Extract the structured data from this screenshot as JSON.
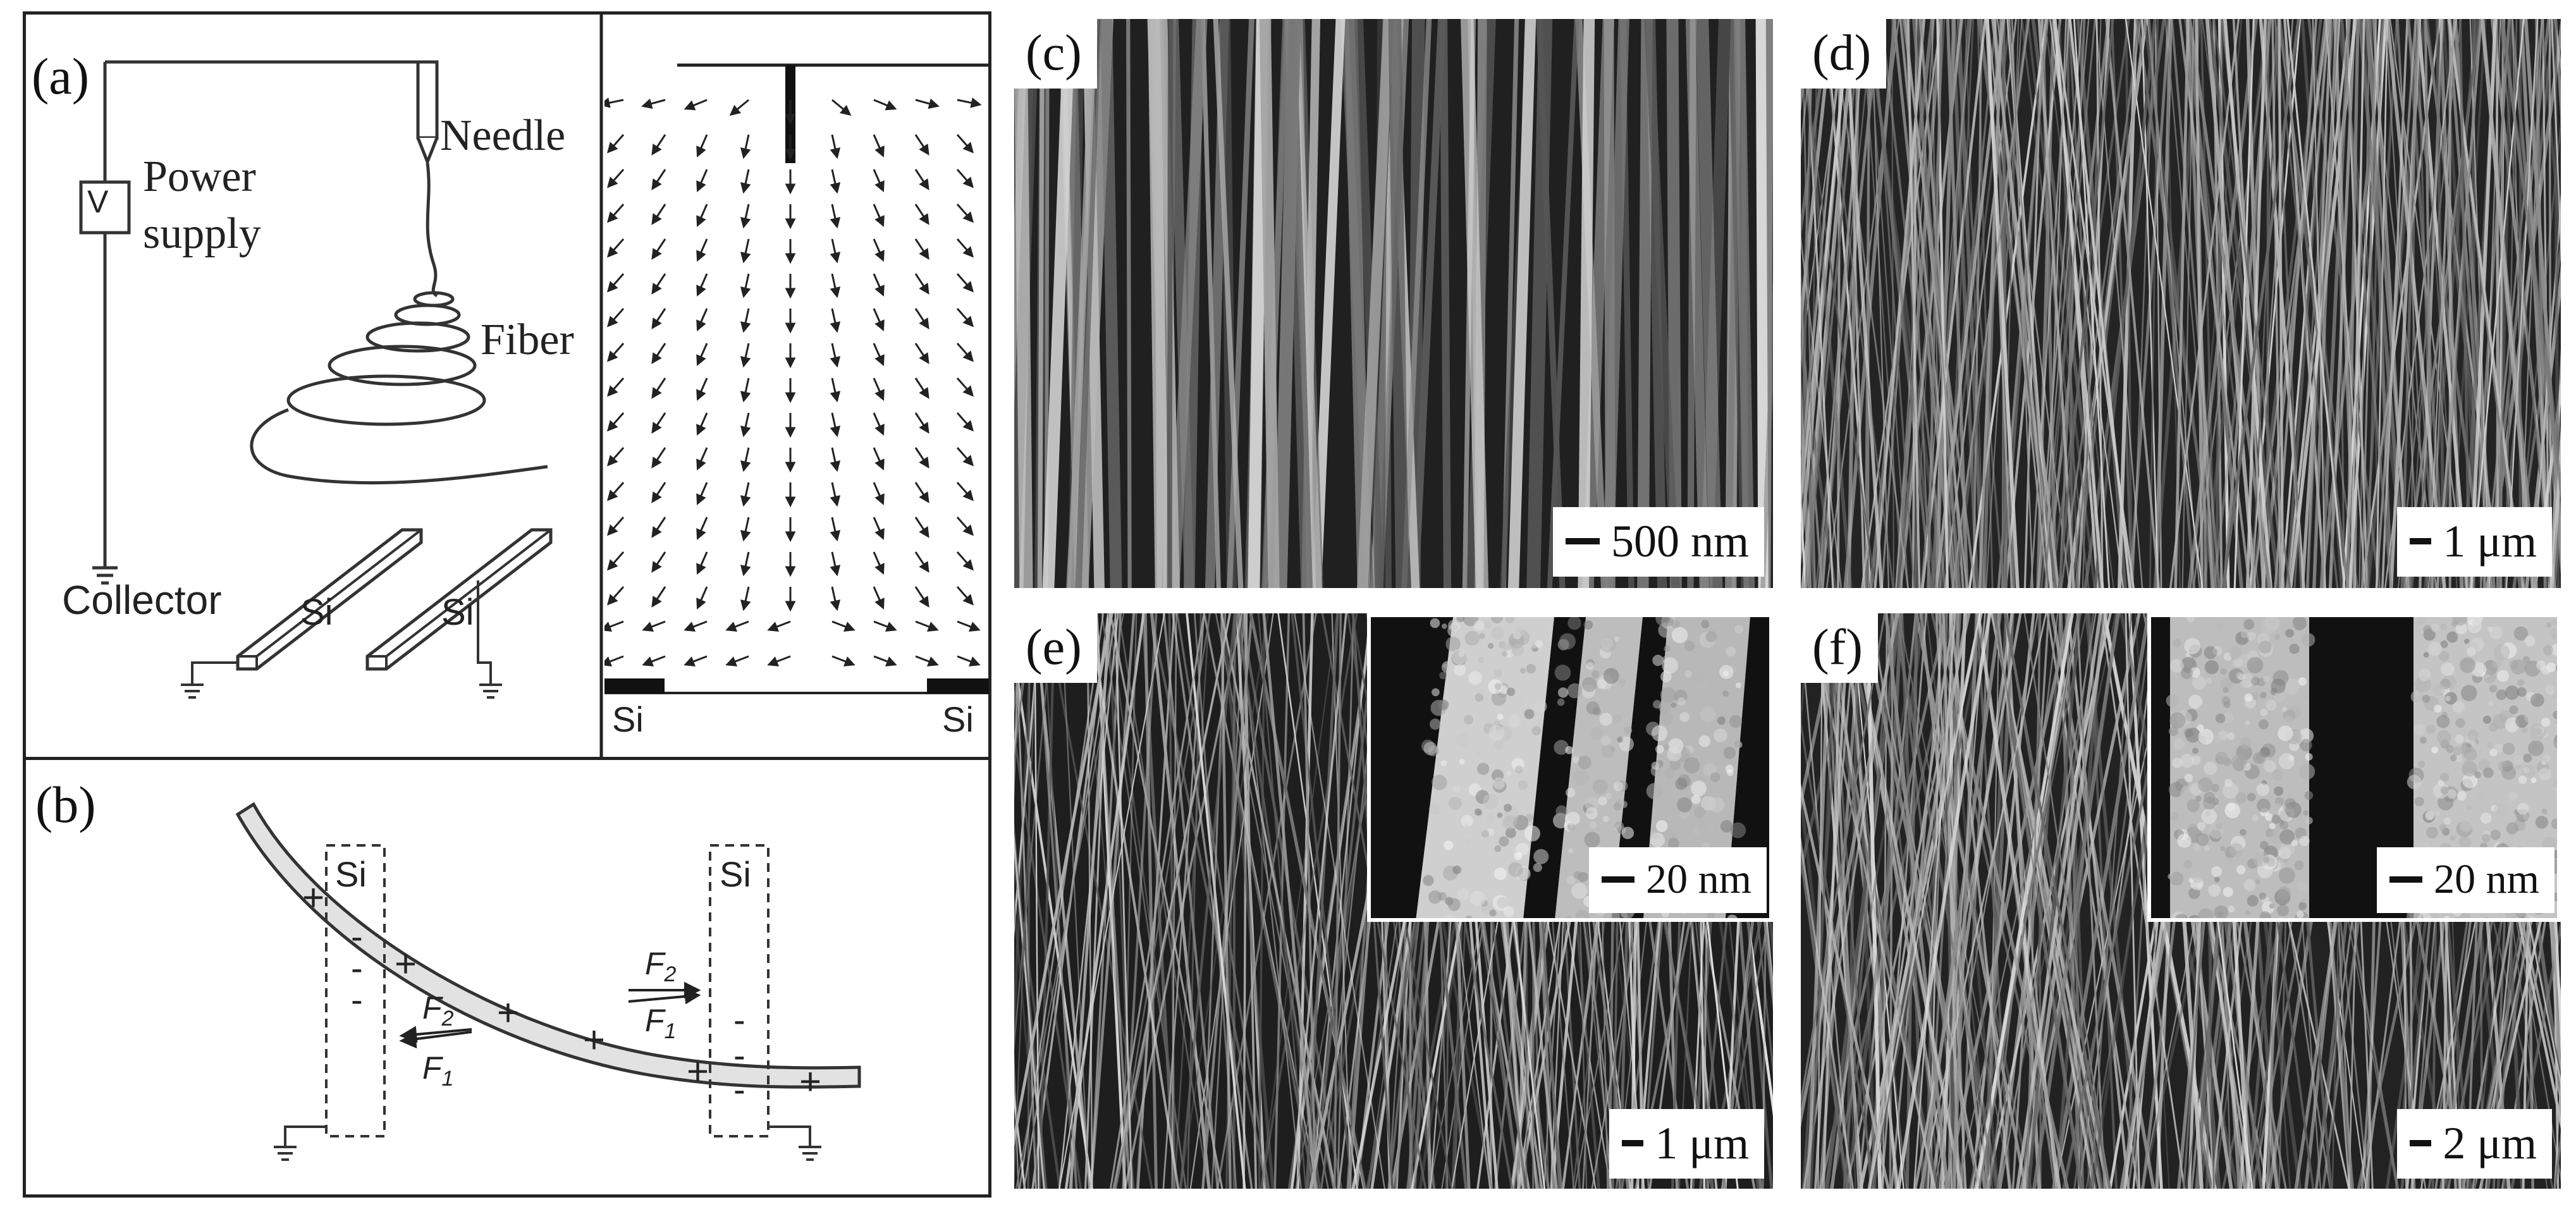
{
  "panels": {
    "a": {
      "label": "(a)",
      "needle_label": "Needle",
      "power_label_line1": "Power",
      "power_label_line2": "supply",
      "voltage_symbol": "V",
      "fiber_label": "Fiber",
      "collector_label": "Collector",
      "electrode_left": "Si",
      "electrode_right": "Si",
      "field_left": "Si",
      "field_right": "Si"
    },
    "b": {
      "label": "(b)",
      "electrode_left": "Si",
      "electrode_right": "Si",
      "force_top_left": "F",
      "force_top_left_sub": "2",
      "force_bottom_left": "F",
      "force_bottom_left_sub": "1",
      "force_top_right": "F",
      "force_top_right_sub": "2",
      "force_bottom_right": "F",
      "force_bottom_right_sub": "1",
      "plus": "+",
      "minus": "-"
    },
    "c": {
      "label": "(c)",
      "scale": "500 nm"
    },
    "d": {
      "label": "(d)",
      "scale": "1 μm"
    },
    "e": {
      "label": "(e)",
      "scale": "1 μm",
      "inset_scale": "20 nm"
    },
    "f": {
      "label": "(f)",
      "scale": "2 μm",
      "inset_scale": "20 nm"
    }
  }
}
